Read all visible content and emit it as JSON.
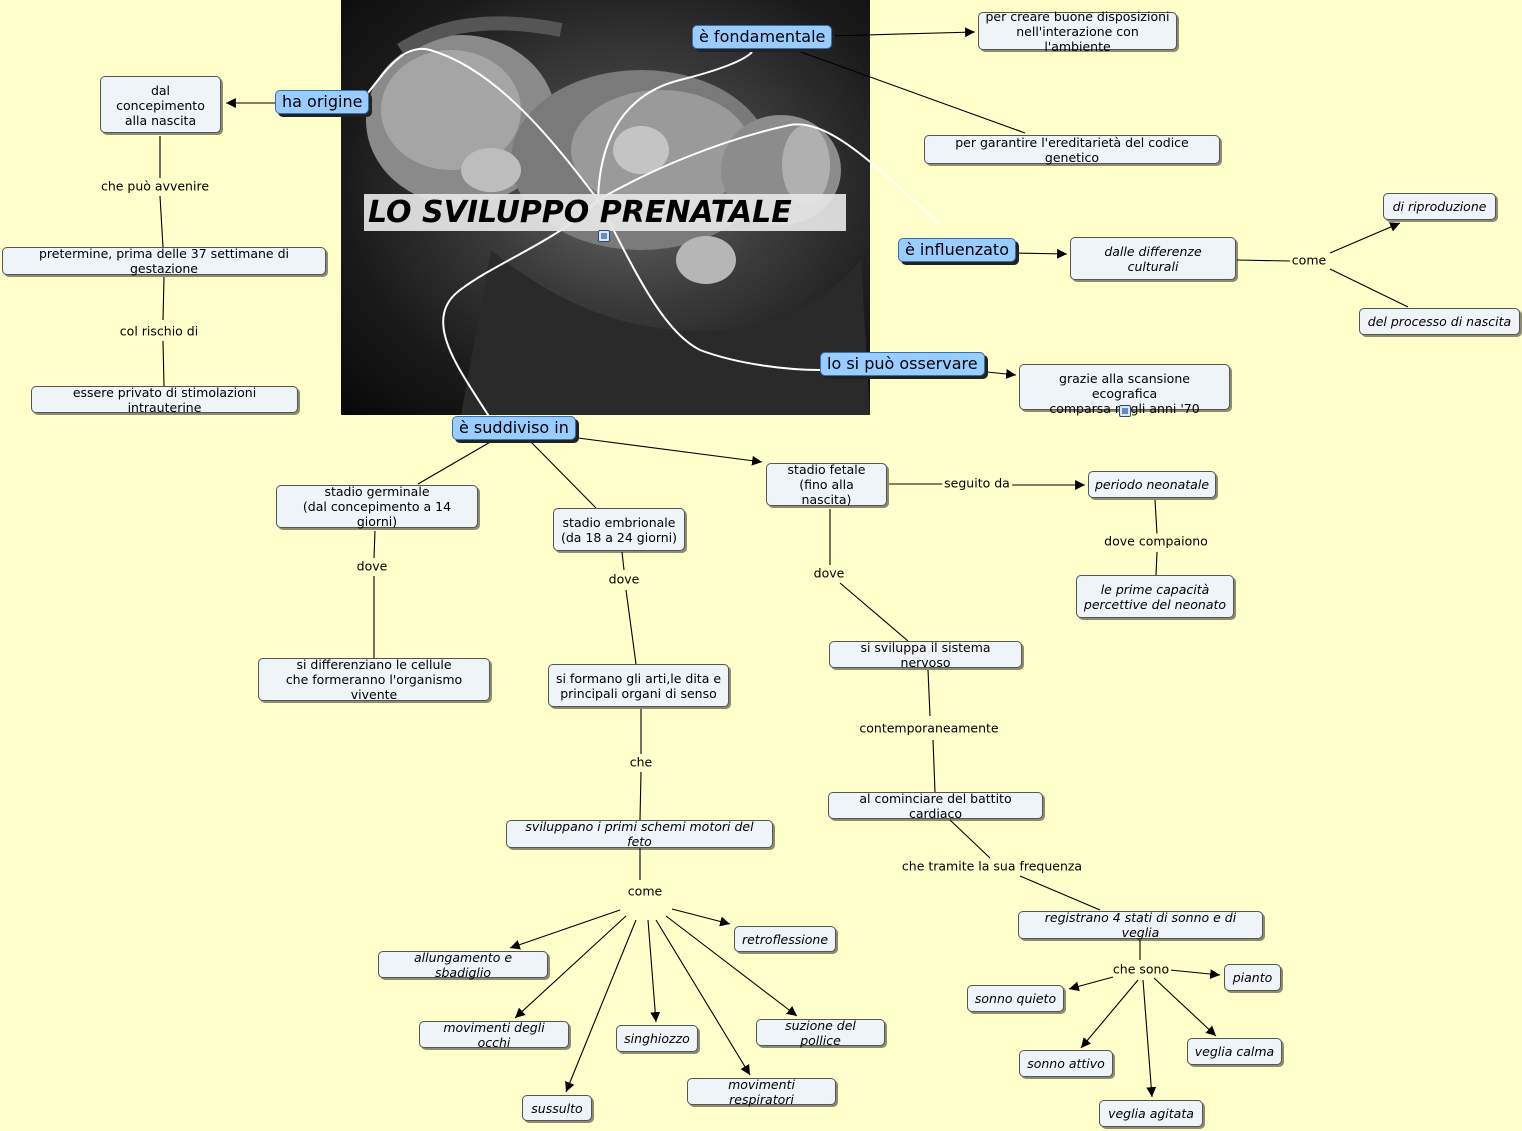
{
  "title": "LO SVILUPPO PRENATALE",
  "hubs": {
    "fondamentale": "è fondamentale",
    "origine": "ha origine",
    "influenzato": "è influenzato",
    "osservare": "lo si può osservare",
    "suddiviso": "è suddiviso in"
  },
  "nodes": {
    "disposizioni": "per creare buone disposizioni\nnell'interazione con l'ambiente",
    "ereditarieta": "per garantire l'ereditarietà del codice genetico",
    "concepimento": "dal concepimento\nalla nascita",
    "pretermine": "pretermine, prima delle 37 settimane di gestazione",
    "privato": "essere privato di stimolazioni intrauterine",
    "culturali": "dalle differenze culturali",
    "riproduzione": "di riproduzione",
    "processo": "del processo di nascita",
    "scansione": "grazie alla scansione ecografica\ncomparsa negli anni '70",
    "germinale": "stadio germinale\n(dal concepimento a 14 giorni)",
    "embrionale": "stadio embrionale\n(da 18 a 24 giorni)",
    "fetale": "stadio fetale\n(fino alla nascita)",
    "neonatale": "periodo neonatale",
    "capacita": "le prime capacità\npercettive del neonato",
    "cellule": "si differenziano le cellule\nche formeranno l'organismo vivente",
    "arti": "si formano gli arti,le dita e\nprincipali organi di senso",
    "schemi": "sviluppano i primi schemi motori del feto",
    "nervoso": "si sviluppa il sistema nervoso",
    "battito": "al cominciare del battito cardiaco",
    "stati": "registrano 4 stati di sonno e di veglia",
    "retroflessione": "retroflessione",
    "allungamento": "allungamento e sbadiglio",
    "occhi": "movimenti degli occhi",
    "singhiozzo": "singhiozzo",
    "pollice": "suzione del pollice",
    "sussulto": "sussulto",
    "respiratori": "movimenti respiratori",
    "pianto": "pianto",
    "sonno_quieto": "sonno quieto",
    "sonno_attivo": "sonno attivo",
    "veglia_calma": "veglia calma",
    "veglia_agitata": "veglia agitata"
  },
  "labels": {
    "puo_avvenire": "che può avvenire",
    "rischio": "col rischio di",
    "come_1": "come",
    "seguito": "seguito da",
    "dove_compaiono": "dove compaiono",
    "dove_1": "dove",
    "dove_2": "dove",
    "dove_3": "dove",
    "che": "che",
    "come_2": "come",
    "contemporaneamente": "contemporaneamente",
    "frequenza": "che tramite la sua frequenza",
    "che_sono": "che sono"
  }
}
